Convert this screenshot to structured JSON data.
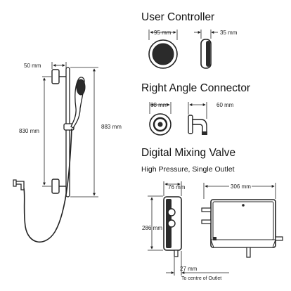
{
  "sections": {
    "user_controller": {
      "title": "User Controller",
      "width": "95 mm",
      "depth": "35 mm"
    },
    "right_angle_connector": {
      "title": "Right Angle Connector",
      "width": "68 mm",
      "depth": "60 mm"
    },
    "digital_mixing_valve": {
      "title": "Digital Mixing Valve",
      "subtitle": "High Pressure, Single Outlet",
      "depth": "76 mm",
      "width": "306 mm",
      "height": "286 mm",
      "outlet_offset": "27 mm",
      "outlet_note": "To centre of Outlet"
    },
    "riser_rail": {
      "wall_offset": "50 mm",
      "bracket_centres": "830 mm",
      "overall_height": "883 mm"
    }
  },
  "colors": {
    "line": "#222222",
    "device_fill": "#ffffff",
    "device_dark": "#2b2b2b"
  }
}
